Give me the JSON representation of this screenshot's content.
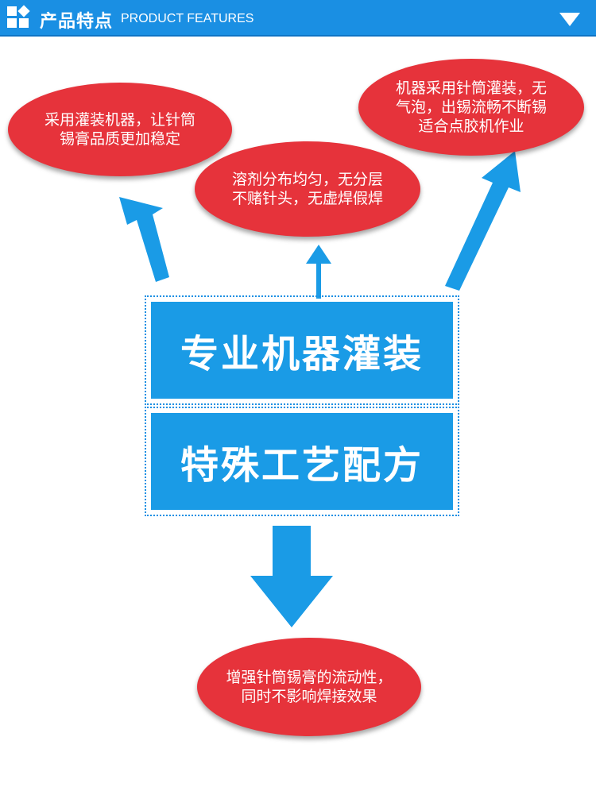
{
  "header": {
    "title": "产品特点",
    "subtitle": "PRODUCT FEATURES"
  },
  "bubbles": {
    "left": "采用灌装机器，让针筒\n锡膏品质更加稳定",
    "middle": "溶剂分布均匀，无分层\n不赌针头，无虚焊假焊",
    "right": "机器采用针筒灌装，无\n气泡，出锡流畅不断锡\n适合点胶机作业",
    "bottom": "增强针筒锡膏的流动性，\n同时不影响焊接效果"
  },
  "boxes": {
    "top": "专业机器灌装",
    "bottom": "特殊工艺配方"
  },
  "colors": {
    "blue": "#1a9be6",
    "red": "#e6333b",
    "arrow": "#1a9be6"
  }
}
